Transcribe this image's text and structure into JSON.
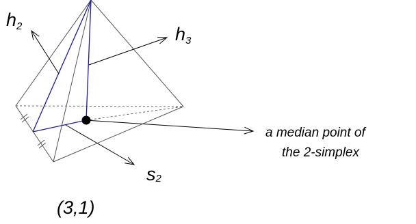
{
  "labels": {
    "h2": "h",
    "h2_sub": "2",
    "h3": "h",
    "h3_sub": "3",
    "s2": "s",
    "s2_sub": "2",
    "annotation_line1": "a median point of",
    "annotation_line2": "the 2-simplex",
    "caption": "(3,1)"
  },
  "colors": {
    "edges": "#555555",
    "blue_lines": "#1a1aa8",
    "arrows": "#000000",
    "point": "#000000"
  }
}
